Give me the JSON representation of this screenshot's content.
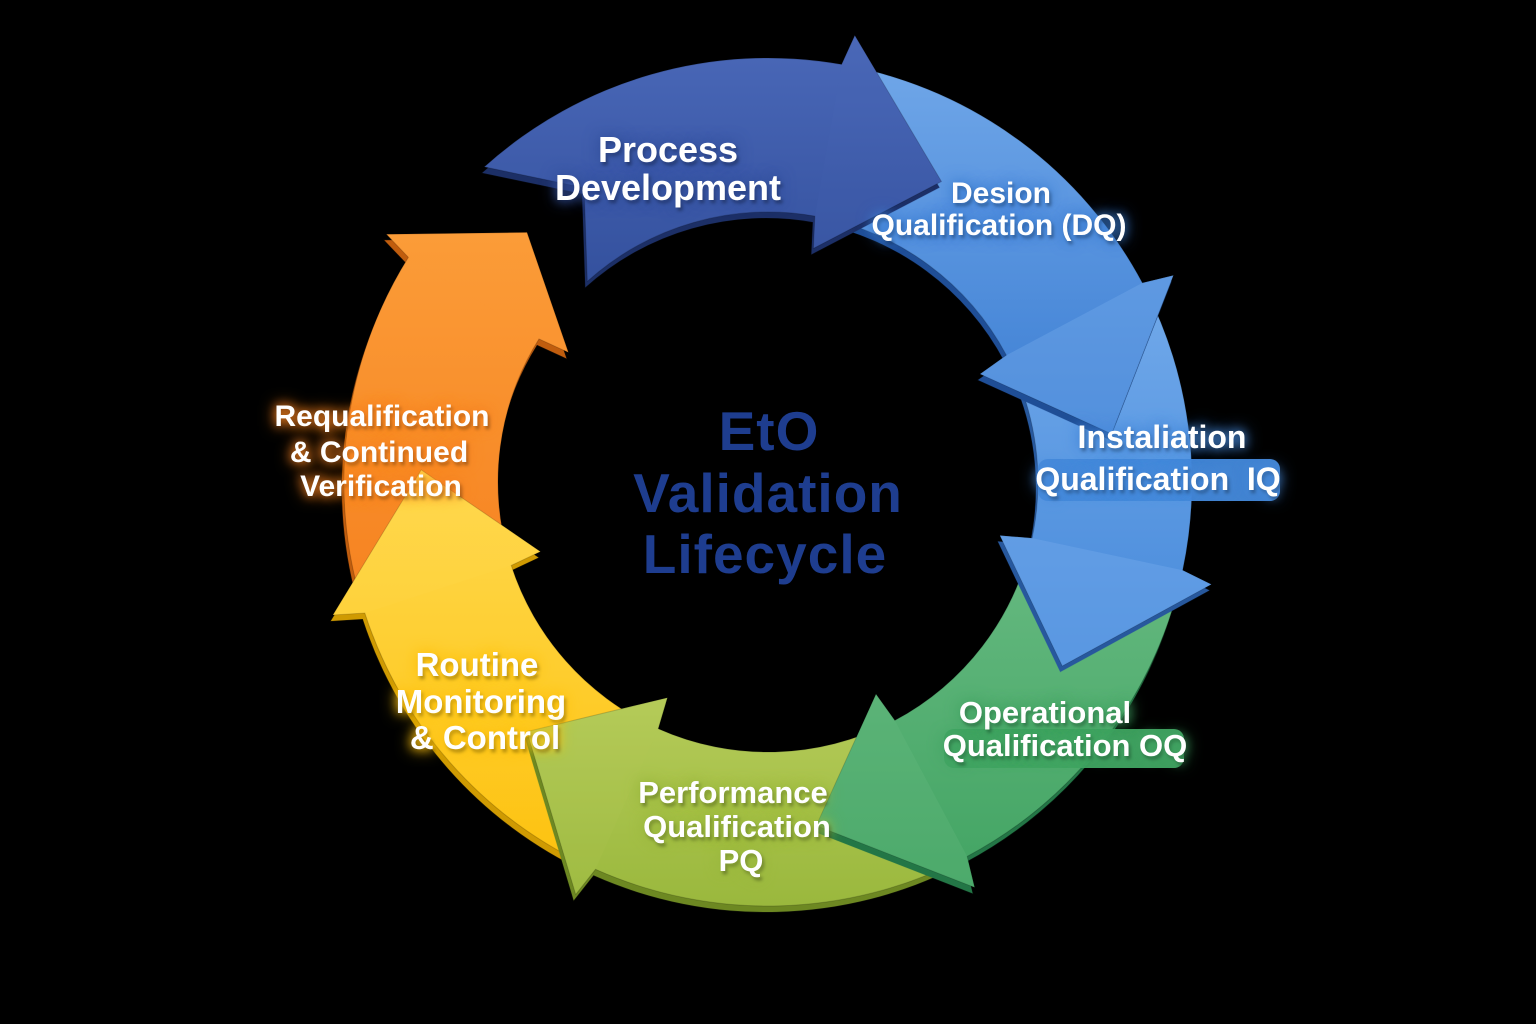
{
  "background_color": "#000000",
  "diagram_title": "EtO Validation Lifecycle",
  "center_title": {
    "lines": [
      "EtO",
      "Validation",
      "Lifecycle"
    ],
    "color": "#1e3d8f"
  },
  "segments": [
    {
      "id": "process-development",
      "lines": [
        "Process",
        "Development"
      ],
      "color": "#34519e",
      "light": "#4a68b8",
      "dark": "#1c2f66"
    },
    {
      "id": "design-qualification",
      "lines": [
        "Desion",
        "Qualification (DQ)"
      ],
      "color": "#3c7ed3",
      "light": "#6fa6e8",
      "dark": "#1f4e96"
    },
    {
      "id": "installation-qualification",
      "lines": [
        "Instaliation",
        "Qualification  IQ"
      ],
      "color": "#4689da",
      "light": "#71a9ea",
      "dark": "#27589d"
    },
    {
      "id": "operational-qualification",
      "lines": [
        "Operational",
        "Qualification OQ"
      ],
      "color": "#42a463",
      "light": "#67ba81",
      "dark": "#237646"
    },
    {
      "id": "performance-qualification",
      "lines": [
        "Performance",
        "Qualification",
        "PQ"
      ],
      "color": "#9ab83d",
      "light": "#b5cb59",
      "dark": "#6d8822"
    },
    {
      "id": "routine-monitoring-control",
      "lines": [
        "Routine",
        "Monitoring",
        "& Control"
      ],
      "color": "#fdc20f",
      "light": "#ffd94f",
      "dark": "#cf9a02"
    },
    {
      "id": "requalification-continued-verification",
      "lines": [
        "Requalification",
        "& Continued",
        "Verification"
      ],
      "color": "#f68220",
      "light": "#fb9c38",
      "dark": "#c05d0e"
    }
  ]
}
